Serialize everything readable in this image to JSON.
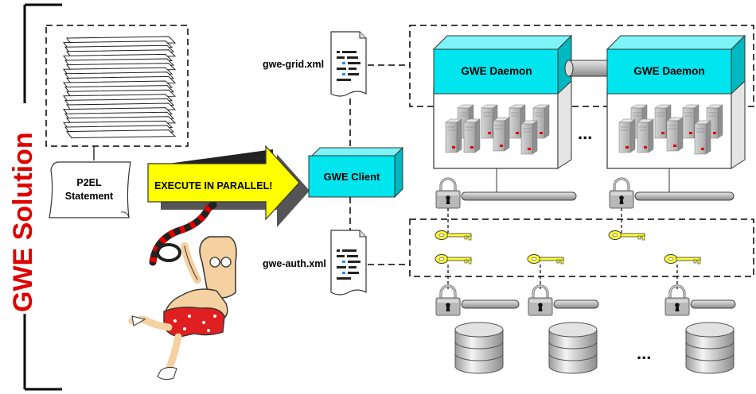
{
  "title": "GWE Solution",
  "p2el_label": [
    "P2EL",
    "Statement"
  ],
  "execute_label": "EXECUTE IN PARALLEL!",
  "client_label": "GWE Client",
  "grid_xml_label": "gwe-grid.xml",
  "auth_xml_label": "gwe-auth.xml",
  "daemons": [
    {
      "label": "GWE Daemon"
    },
    {
      "label": "GWE Daemon"
    }
  ],
  "ellipsis_daemons": "...",
  "ellipsis_databases": "...",
  "colors": {
    "title": "#e00000",
    "client": "#00e5ee",
    "arrow": "#ffff00",
    "key": "#ffff33"
  }
}
